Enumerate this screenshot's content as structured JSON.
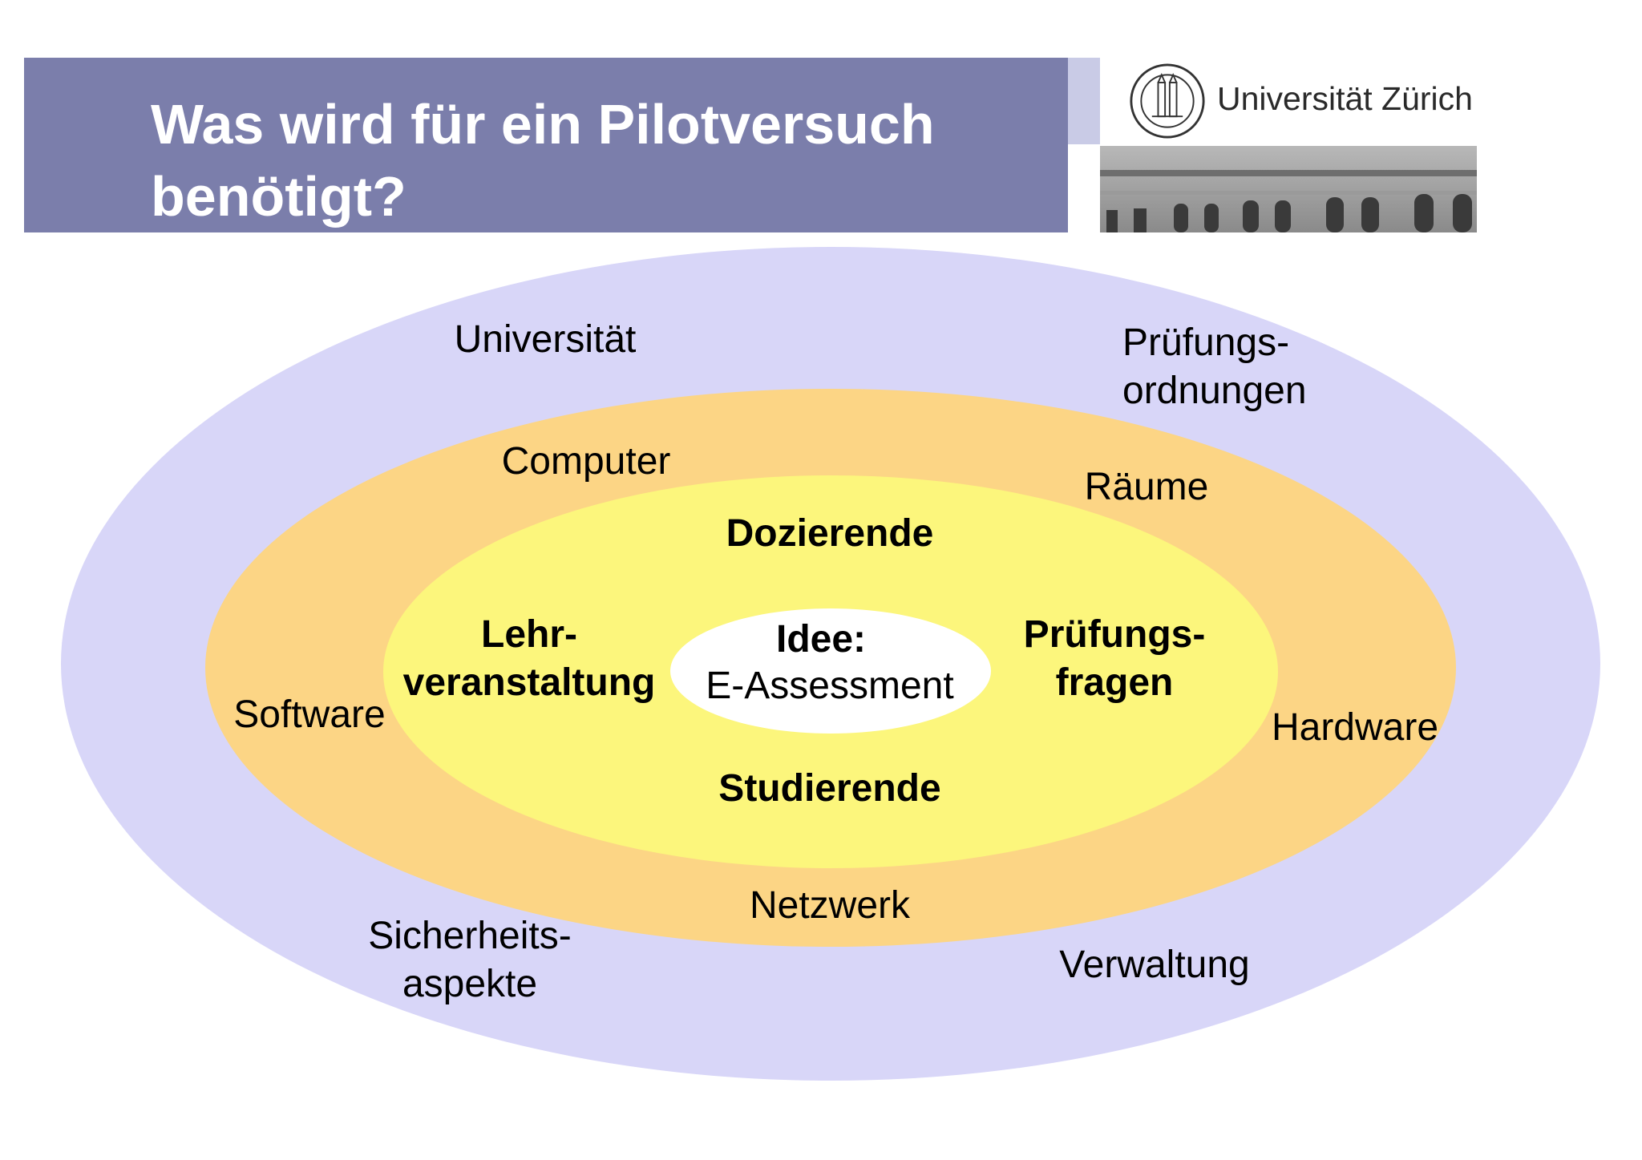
{
  "slide": {
    "title_line1": "Was wird für ein Pilotversuch",
    "title_line2": "benötigt?",
    "colors": {
      "title_bar": "#7b7eab",
      "outer_ring": "#d8d6f8",
      "middle_ring": "#fcd585",
      "inner_ring": "#fcf67c",
      "center": "#ffffff"
    }
  },
  "logo": {
    "name": "Universität Zürich",
    "icon": "university-seal-icon"
  },
  "diagram": {
    "center": {
      "line1": "Idee:",
      "line2": "E-Assessment"
    },
    "inner_ring": {
      "top": "Dozierende",
      "bottom": "Studierende",
      "left_line1": "Lehr-",
      "left_line2": "veranstaltung",
      "right_line1": "Prüfungs-",
      "right_line2": "fragen"
    },
    "middle_ring": {
      "computer": "Computer",
      "raeume": "Räume",
      "software": "Software",
      "hardware": "Hardware",
      "netzwerk": "Netzwerk"
    },
    "outer_ring": {
      "universitaet": "Universität",
      "pruefungsordnungen_line1": "Prüfungs-",
      "pruefungsordnungen_line2": "ordnungen",
      "sicherheit_line1": "Sicherheits-",
      "sicherheit_line2": "aspekte",
      "verwaltung": "Verwaltung"
    }
  }
}
